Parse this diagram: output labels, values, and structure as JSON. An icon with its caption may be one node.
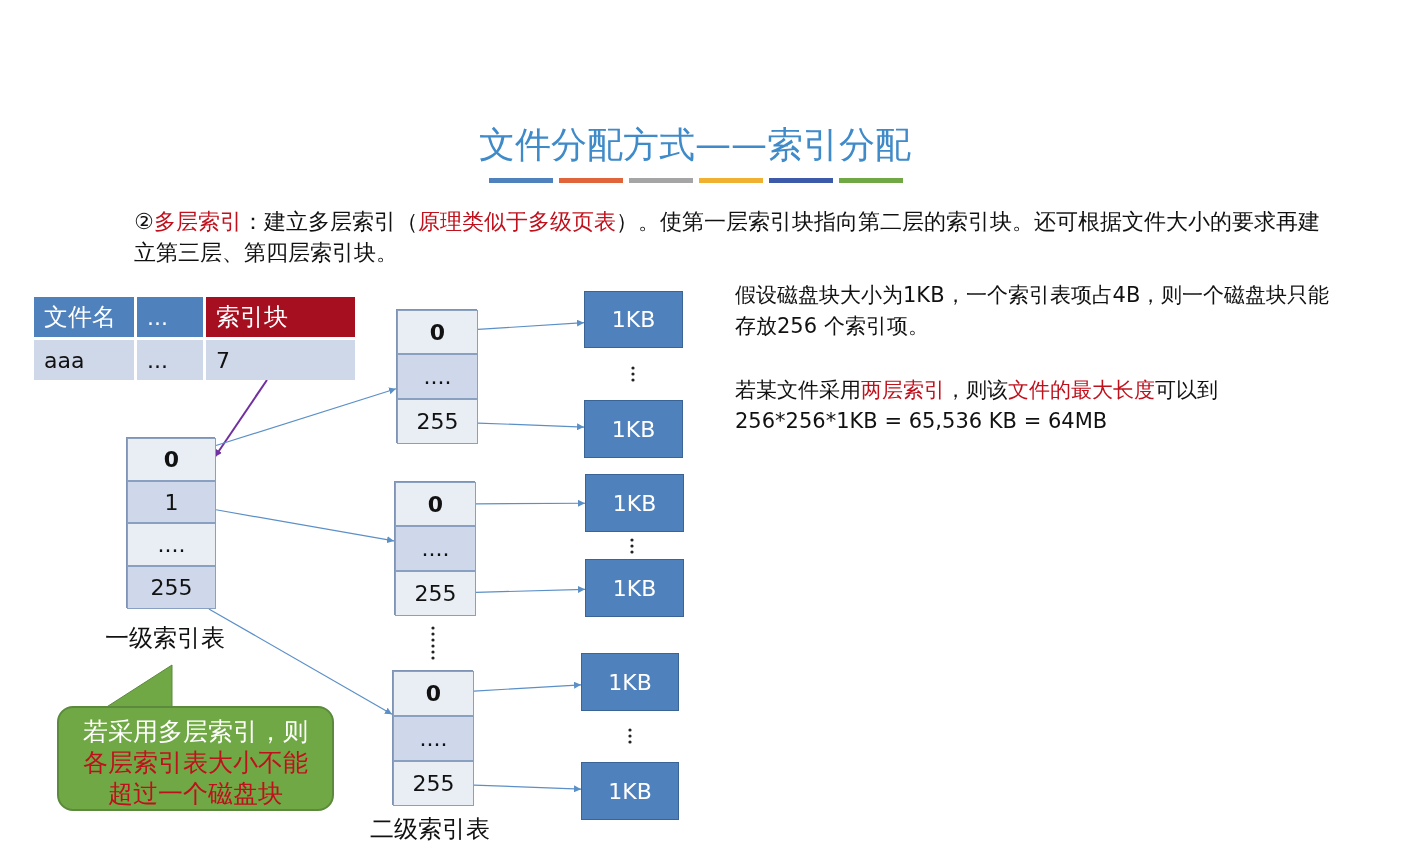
{
  "diagram": {
    "title": "文件分配方式——索引分配",
    "nodes": [
      {
        "text": [
          "文件名"
        ]
      },
      {
        "text": [
          "..."
        ]
      },
      {
        "text": [
          "索引块"
        ]
      },
      {
        "text": [
          "aaa"
        ]
      },
      {
        "text": [
          "..."
        ]
      },
      {
        "text": [
          "7"
        ]
      },
      {
        "text": [],
        "shape": "box",
        "beside": [
          "一级索引表"
        ]
      },
      {
        "text": [
          "0"
        ],
        "in": 6
      },
      {
        "text": [
          "1"
        ],
        "in": 6
      },
      {
        "text": [
          "...."
        ],
        "in": 6
      },
      {
        "text": [
          "255"
        ],
        "in": 6
      },
      {
        "text": [],
        "shape": "box"
      },
      {
        "text": [
          "0"
        ],
        "in": 11
      },
      {
        "text": [
          "...."
        ],
        "in": 11
      },
      {
        "text": [
          "255"
        ],
        "in": 11
      },
      {
        "text": [],
        "shape": "box"
      },
      {
        "text": [
          "0"
        ],
        "in": 15
      },
      {
        "text": [
          "...."
        ],
        "in": 15
      },
      {
        "text": [
          "255"
        ],
        "in": 15
      },
      {
        "text": [],
        "shape": "box",
        "beside": [
          "二级索引表"
        ]
      },
      {
        "text": [
          "0"
        ],
        "in": 19
      },
      {
        "text": [
          "...."
        ],
        "in": 19
      },
      {
        "text": [
          "255"
        ],
        "in": 19
      },
      {
        "text": [
          "1KB"
        ]
      },
      {
        "text": [
          "1KB"
        ]
      },
      {
        "text": [
          "1KB"
        ]
      },
      {
        "text": [
          "1KB"
        ]
      },
      {
        "text": [
          "1KB"
        ]
      },
      {
        "text": [
          "1KB"
        ]
      },
      {
        "text": [
          "若采用多层索引，则",
          "各层索引表大小不能超过一个磁盘块"
        ]
      }
    ],
    "edges": [
      {
        "from": 5,
        "to": 6,
        "arrow": "to",
        "color": "#7030a0"
      },
      {
        "from": 7,
        "to": 11,
        "arrow": "to"
      },
      {
        "from": 8,
        "to": 15,
        "arrow": "to"
      },
      {
        "from": 10,
        "to": 19,
        "arrow": "to"
      },
      {
        "from": 12,
        "to": 23,
        "arrow": "to"
      },
      {
        "from": 14,
        "to": 24,
        "arrow": "to"
      },
      {
        "from": 16,
        "to": 25,
        "arrow": "to"
      },
      {
        "from": 18,
        "to": 26,
        "arrow": "to"
      },
      {
        "from": 20,
        "to": 27,
        "arrow": "to"
      },
      {
        "from": 22,
        "to": 28,
        "arrow": "to"
      }
    ],
    "labels": [
      "②",
      "多层索引",
      "：建立多层索引（",
      "原理类似于多级页表",
      "）。使第一层索引块指向第二层的索引块。还可根据文件大小的要求再建立第三层、第四层索引块。",
      "假设磁盘块大小为1KB，一个索引表项占4B，则一个磁盘块只能存放256 个索引项。",
      "若某文件采用",
      "两层索引",
      "，则该",
      "文件的最大长度",
      "可以到 256*256*1KB = 65,536 KB = 64MB"
    ]
  }
}
